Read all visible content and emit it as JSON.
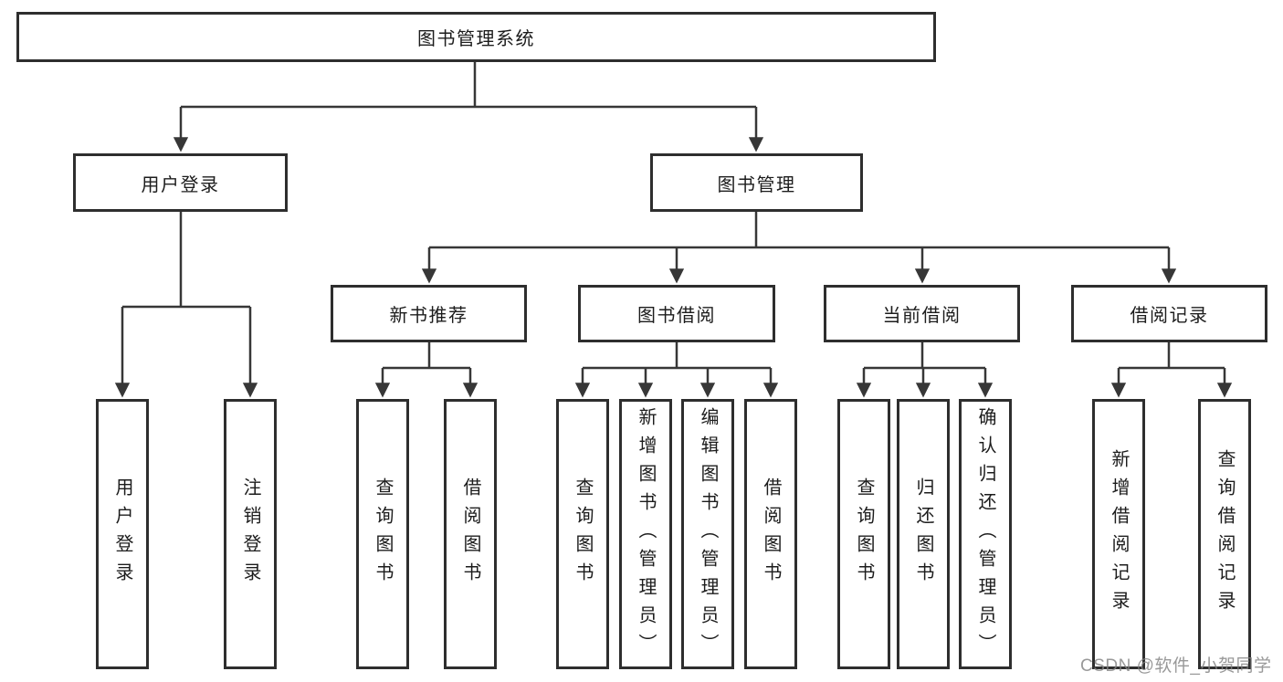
{
  "diagram_type": "hierarchy-org-chart",
  "colors": {
    "background": "#ffffff",
    "line": "#373737",
    "box_border": "#2e2e2e",
    "text": "#1c1c1c",
    "watermark": "#828282"
  },
  "tree": {
    "root": {
      "label": "图书管理系统"
    },
    "branches": [
      {
        "label": "用户登录",
        "children": [
          {
            "label": "用户登录"
          },
          {
            "label": "注销登录"
          }
        ]
      },
      {
        "label": "图书管理",
        "children": [
          {
            "label": "新书推荐",
            "children": [
              {
                "label": "查询图书"
              },
              {
                "label": "借阅图书"
              }
            ]
          },
          {
            "label": "图书借阅",
            "children": [
              {
                "label": "查询图书"
              },
              {
                "label": "新增图书（管理员）"
              },
              {
                "label": "编辑图书（管理员）"
              },
              {
                "label": "借阅图书"
              }
            ]
          },
          {
            "label": "当前借阅",
            "children": [
              {
                "label": "查询图书"
              },
              {
                "label": "归还图书"
              },
              {
                "label": "确认归还（管理员）"
              }
            ]
          },
          {
            "label": "借阅记录",
            "children": [
              {
                "label": "新增借阅记录"
              },
              {
                "label": "查询借阅记录"
              }
            ]
          }
        ]
      }
    ]
  },
  "watermark": {
    "text": "CSDN @软件_小贺同学"
  }
}
